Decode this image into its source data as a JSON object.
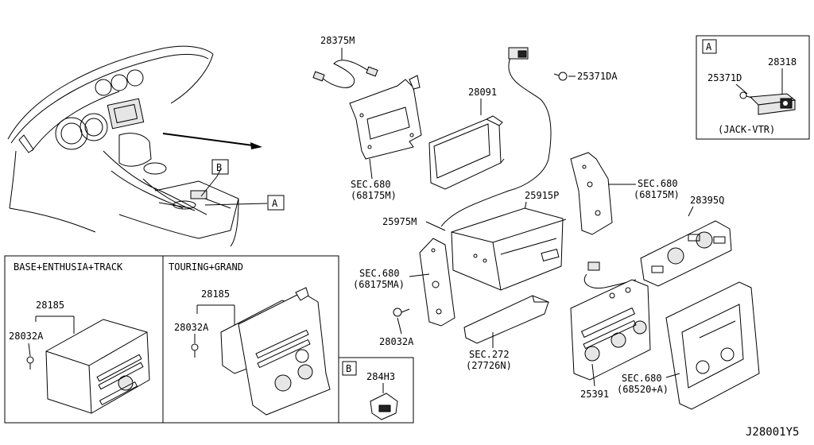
{
  "diagram_code": "J28001Y5",
  "callouts": {
    "a": "A",
    "b": "B"
  },
  "inset_a": {
    "title": "A",
    "part_1": "25371D",
    "part_2": "28318",
    "caption": "(JACK-VTR)"
  },
  "inset_b": {
    "title": "B",
    "part_1": "284H3"
  },
  "panel_base": {
    "title": "BASE+ENTHUSIA+TRACK",
    "part_1": "28185",
    "part_2": "28032A"
  },
  "panel_touring": {
    "title": "TOURING+GRAND",
    "part_1": "28185",
    "part_2": "28032A"
  },
  "labels": {
    "p28375M": "28375M",
    "p28091": "28091",
    "p25371DA": "25371DA",
    "sec680_a_line1": "SEC.680",
    "sec680_a_line2": "(68175M)",
    "sec680_b_line1": "SEC.680",
    "sec680_b_line2": "(68175M)",
    "p25915P": "25915P",
    "p25975M": "25975M",
    "p28395Q": "28395Q",
    "sec680_c_line1": "SEC.680",
    "sec680_c_line2": "(68175MA)",
    "p28032A": "28032A",
    "sec272_line1": "SEC.272",
    "sec272_line2": "(27726N)",
    "p25391": "25391",
    "sec680_d_line1": "SEC.680",
    "sec680_d_line2": "(68520+A)"
  }
}
